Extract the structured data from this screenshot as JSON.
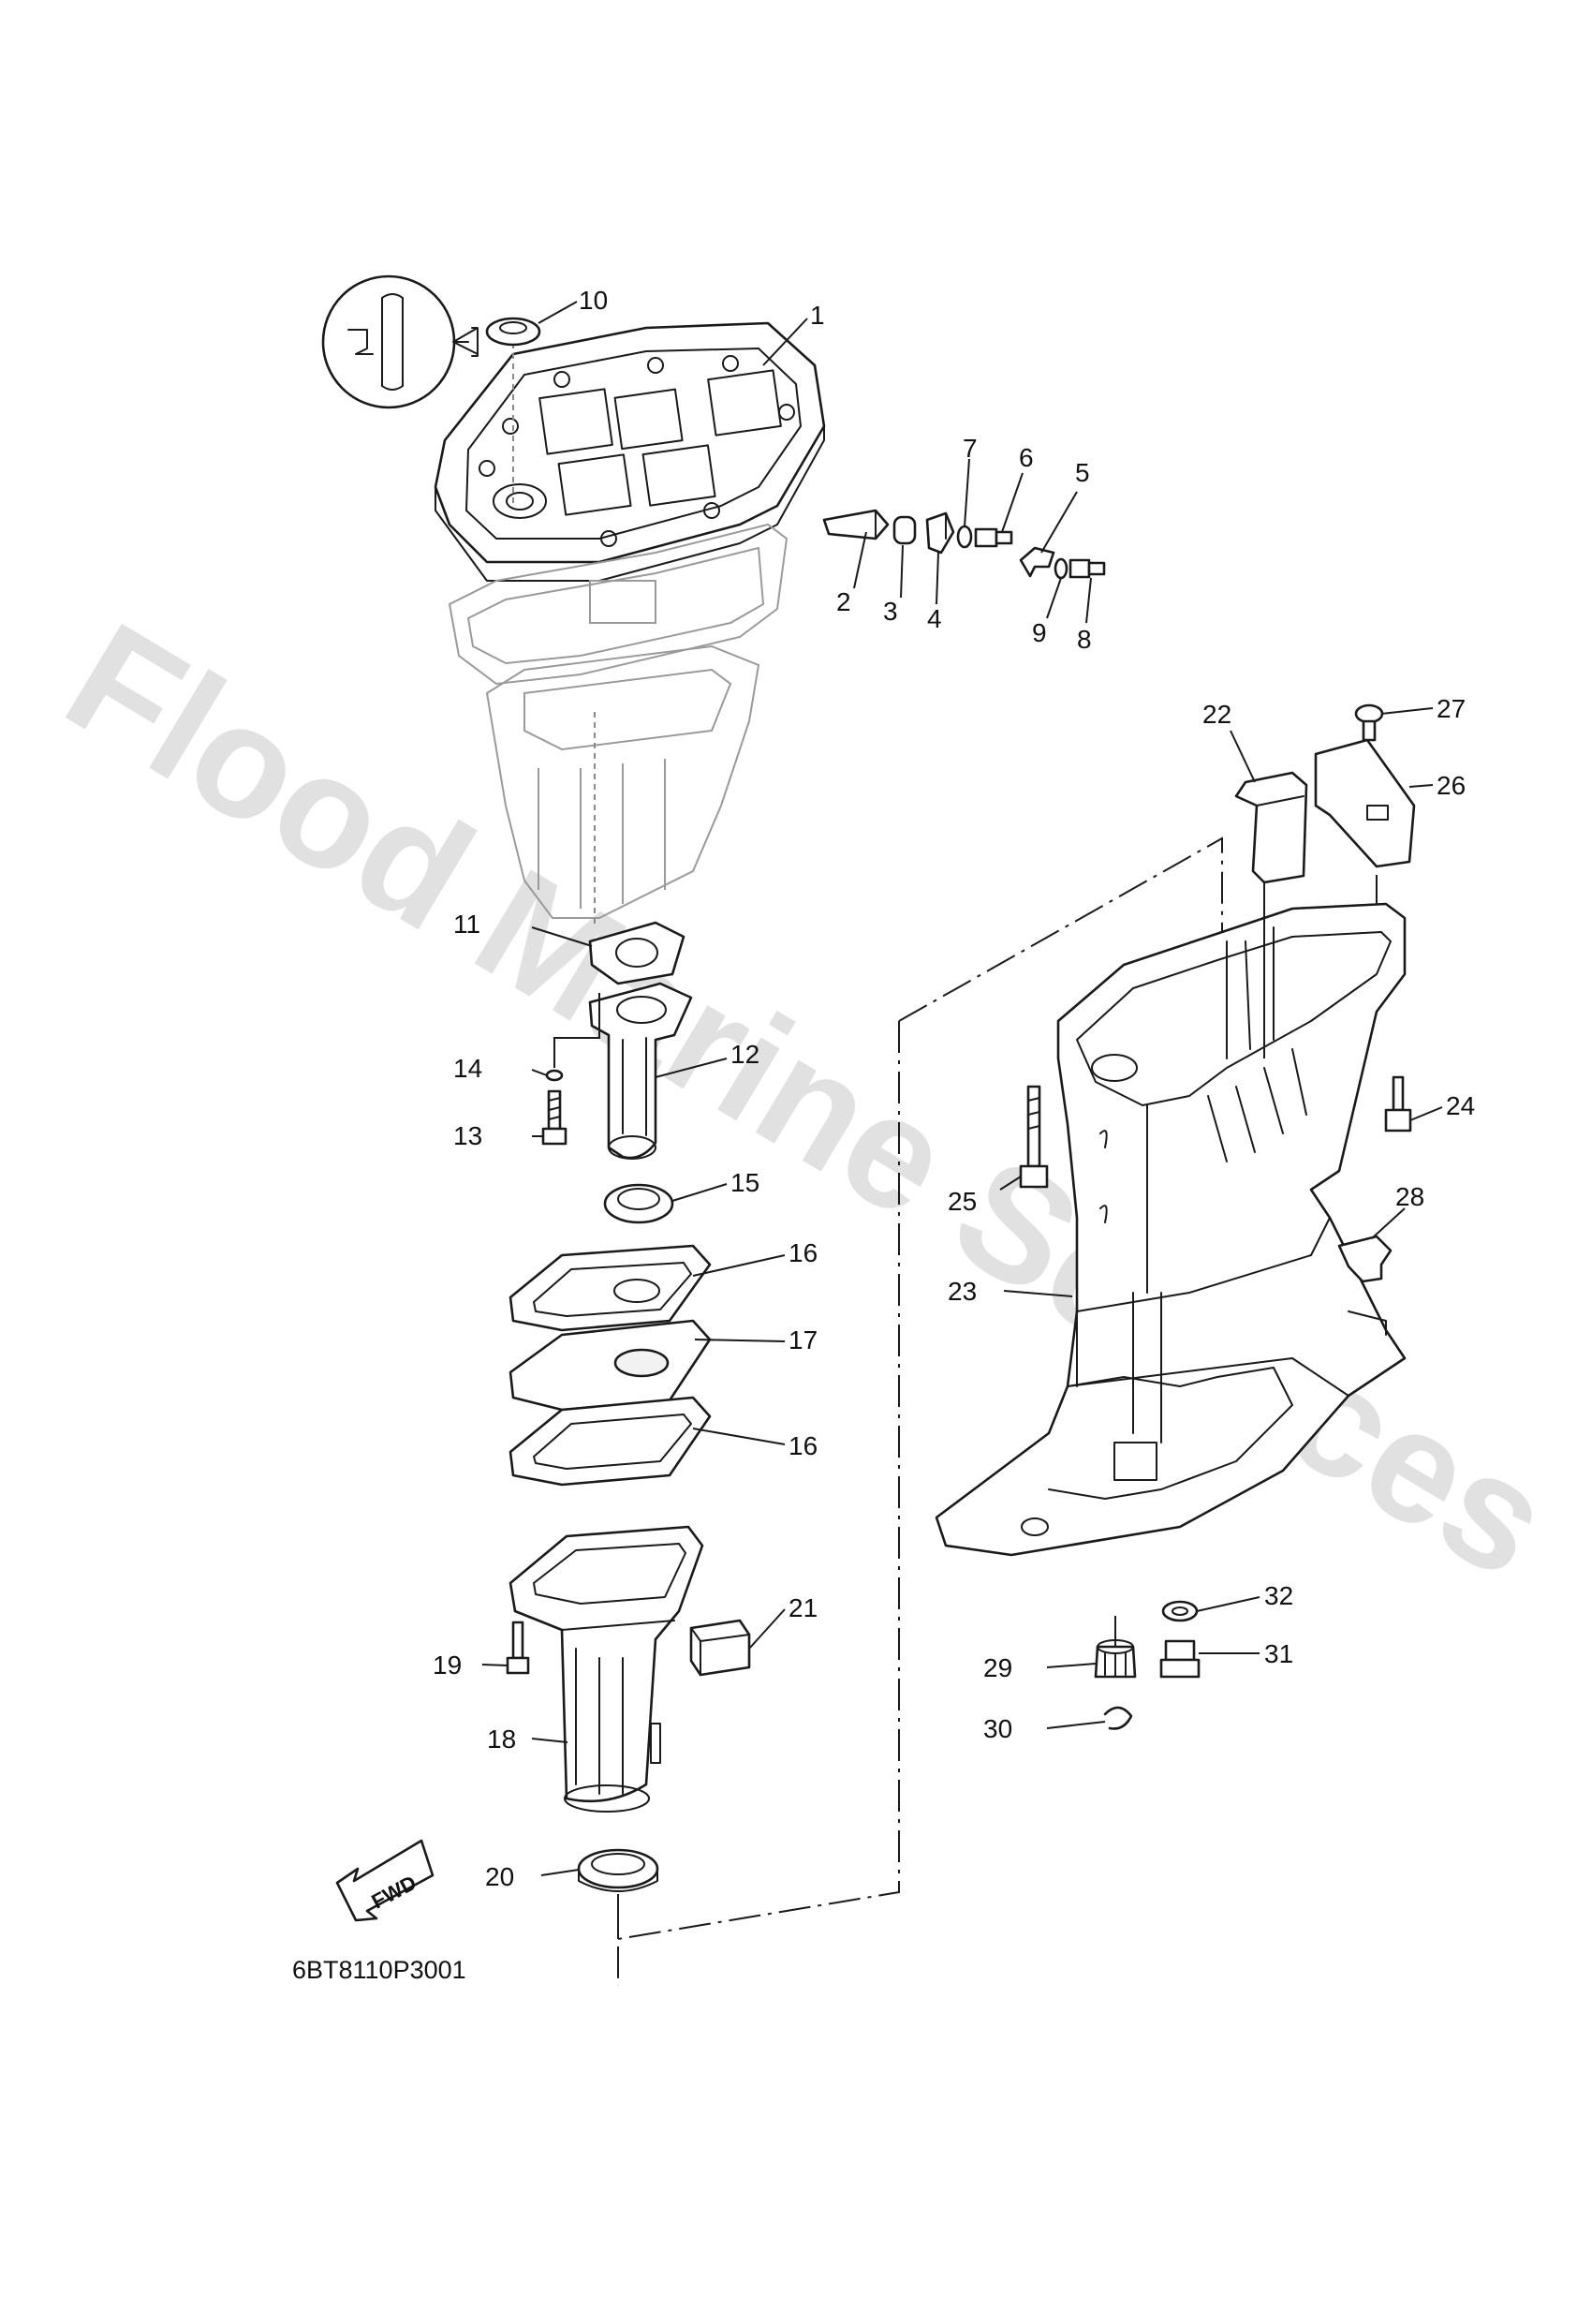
{
  "watermark": "Flood Marine Services",
  "drawing_code": "6BT8110P3001",
  "fwd_label": "FWD",
  "colors": {
    "line": "#1a1a1a",
    "ghost": "#8a8a8a",
    "watermark": "#d7d7d7",
    "background": "#ffffff"
  },
  "callouts": {
    "c1": "1",
    "c2": "2",
    "c3": "3",
    "c4": "4",
    "c5": "5",
    "c6": "6",
    "c7": "7",
    "c8": "8",
    "c9": "9",
    "c10": "10",
    "c11": "11",
    "c12": "12",
    "c13": "13",
    "c14": "14",
    "c15": "15",
    "c16a": "16",
    "c16b": "16",
    "c17": "17",
    "c18": "18",
    "c19": "19",
    "c20": "20",
    "c21": "21",
    "c22": "22",
    "c23": "23",
    "c24": "24",
    "c25": "25",
    "c26": "26",
    "c27": "27",
    "c28": "28",
    "c29": "29",
    "c30": "30",
    "c31": "31",
    "c32": "32"
  }
}
